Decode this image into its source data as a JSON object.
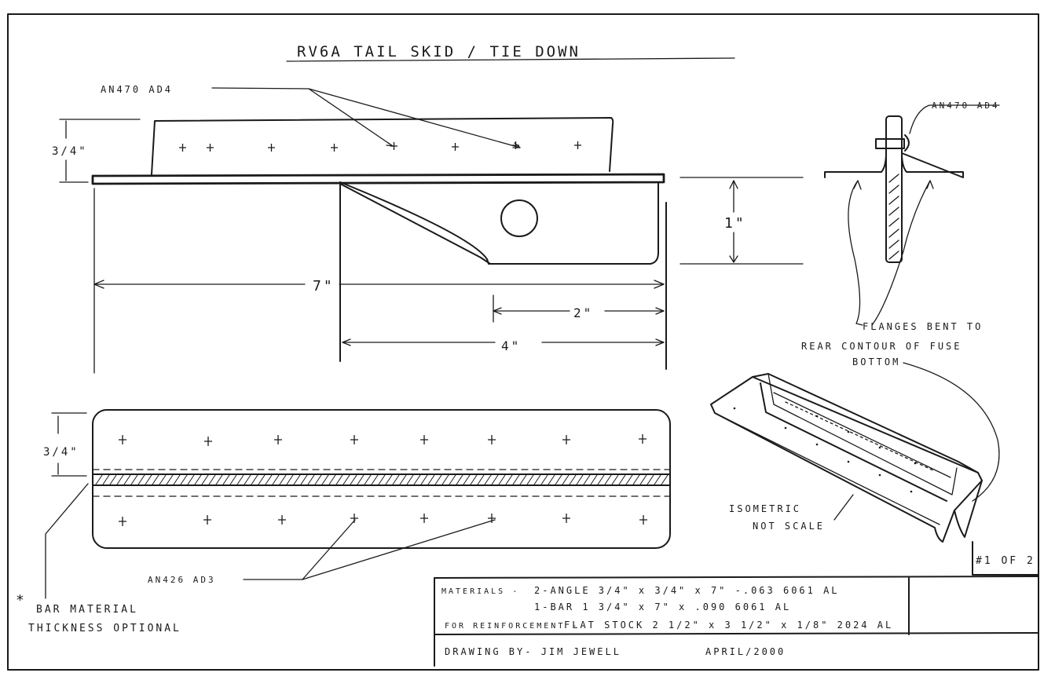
{
  "title": "RV6A TAIL SKID / TIE DOWN",
  "labels": {
    "rivet_top_left": "AN470 AD4",
    "rivet_side": "AN470 AD4",
    "rivet_bottom": "AN426 AD3",
    "dim_height_top": "3/4\"",
    "dim_height_bottom": "3/4\"",
    "dim_total_length": "7\"",
    "dim_depth": "1\"",
    "dim_2": "2\"",
    "dim_4": "4\"",
    "flanges_line1": "FLANGES BENT TO",
    "flanges_line2": "REAR CONTOUR OF FUSE",
    "flanges_line3": "BOTTOM",
    "isometric_line1": "ISOMETRIC",
    "isometric_line2": "NOT SCALE",
    "bar_note_line1": "BAR MATERIAL",
    "bar_note_line2": "THICKNESS OPTIONAL",
    "asterisk": "*",
    "sheet": "#1 OF 2"
  },
  "title_block": {
    "materials_label": "MATERIALS -",
    "materials_line1": "2-ANGLE 3/4\" x 3/4\" x 7\" -.063   6061 AL",
    "materials_line2": "1-BAR 1 3/4\" x 7\"  x  .090     6061 AL",
    "reinforcement_label": "FOR REINFORCEMENT -",
    "reinforcement_value": "FLAT STOCK   2 1/2\" x 3 1/2\" x 1/8\"  2024 AL",
    "drawn_by": "DRAWING BY- JIM JEWELL",
    "date": "APRIL/2000"
  }
}
